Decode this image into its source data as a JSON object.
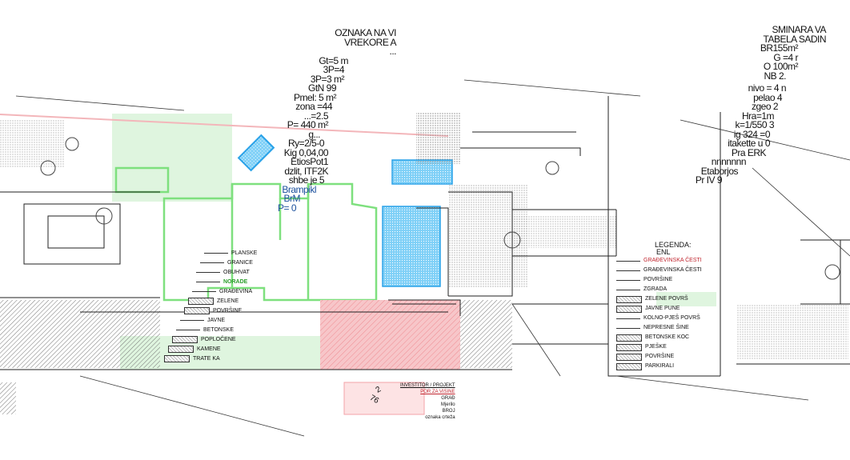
{
  "drawing": {
    "title_block_center": [
      "OZNAKA NA VI",
      "VREKORE A",
      "...",
      "Gt=5 m",
      "3P=4",
      "3P=3 m²",
      "GtN 99",
      "Pmel: 5 m²",
      "zona =44",
      "...=2.5",
      "P= 440 m²",
      "g...",
      "Ry=2/5-0",
      "Kig 0,04,00",
      "EtiosPot1",
      "dzlit, ITF2K",
      "shbe je 5",
      "Brampikl",
      "BrM",
      "P= 0"
    ],
    "title_block_right": [
      "SMINARA VA",
      "TABELA SADIN",
      "BR155m²",
      "G =4 r",
      "O 100m²",
      "NB  2.",
      "nivo = 4 n",
      "pelao 4",
      "zgeo 2",
      "Hra=1m",
      "k=1/550 3",
      "ig 324 =0",
      "itakette u 0",
      "Pra  ERK",
      "nnnnnnn",
      "Etaborjos",
      "Pr IV 9"
    ],
    "legend_right": {
      "title": "LEGENDA:",
      "subtitle": "ENL",
      "items": [
        "GRAĐEVINSKA ČESTI",
        "GRAĐEVINSKA ČESTI",
        "POVRŠINE",
        "ZGRADA",
        "ZELENE POVRŠ",
        "JAVNE PUNE",
        "KOLNO-PJEŠ POVRŠ",
        "NEPRESNE ŠINE",
        "BETONSKE KOC",
        "PJEŠKE",
        "POVRŠINE",
        "PARKIRALI"
      ]
    },
    "legend_left": {
      "items": [
        "PLANSKE",
        "GRANICE",
        "OBUHVAT",
        "NORADE",
        "GRAĐEVINA",
        "ZELENE",
        "POVRŠINE",
        "JAVNE",
        "BETONSKE",
        "POPLOČENE",
        "KAMENE",
        "TRATE KA"
      ]
    },
    "stamp": [
      "INVESTITOR / PROJEKT",
      "POR ZA VISINE",
      "GRAĐ",
      "Mjerilo",
      "BROJ",
      "oznaka crteža"
    ],
    "stamp_numbers": [
      "2",
      "76"
    ],
    "colors": {
      "green": "#7ee07e",
      "green_fill": "#dff5df",
      "blue": "#2aa2e8",
      "red": "#e8505a",
      "red_fill": "#f7c6c9"
    }
  }
}
